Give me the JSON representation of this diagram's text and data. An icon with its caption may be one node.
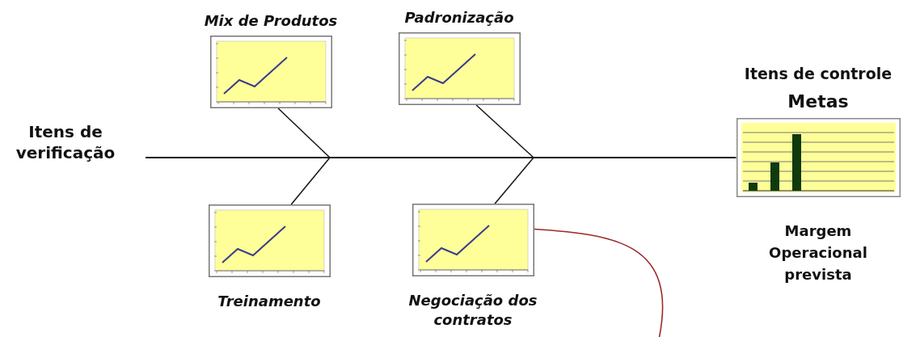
{
  "diagram": {
    "nodes": [
      {
        "text": [
          "Itens de verificação"
        ]
      },
      {
        "text": [
          "Mix de Produtos"
        ]
      },
      {
        "text": [
          "Padronização"
        ]
      },
      {
        "text": [
          "Treinamento"
        ]
      },
      {
        "text": [
          "Negociação dos contratos"
        ]
      },
      {
        "text": [
          "Itens de controle",
          "Metas"
        ],
        "beside": [
          "Margem Operacional prevista"
        ]
      }
    ],
    "edges": [
      {
        "from": 0,
        "to": 5,
        "arrow": "none"
      },
      {
        "from": 1,
        "to": null,
        "arrow": "none"
      },
      {
        "from": 3,
        "to": null,
        "arrow": "none"
      },
      {
        "from": 2,
        "to": null,
        "arrow": "none"
      },
      {
        "from": 4,
        "to": null,
        "arrow": "none"
      },
      {
        "from": 4,
        "to": null,
        "arrow": "none",
        "color": "#9b2a2a"
      }
    ]
  }
}
